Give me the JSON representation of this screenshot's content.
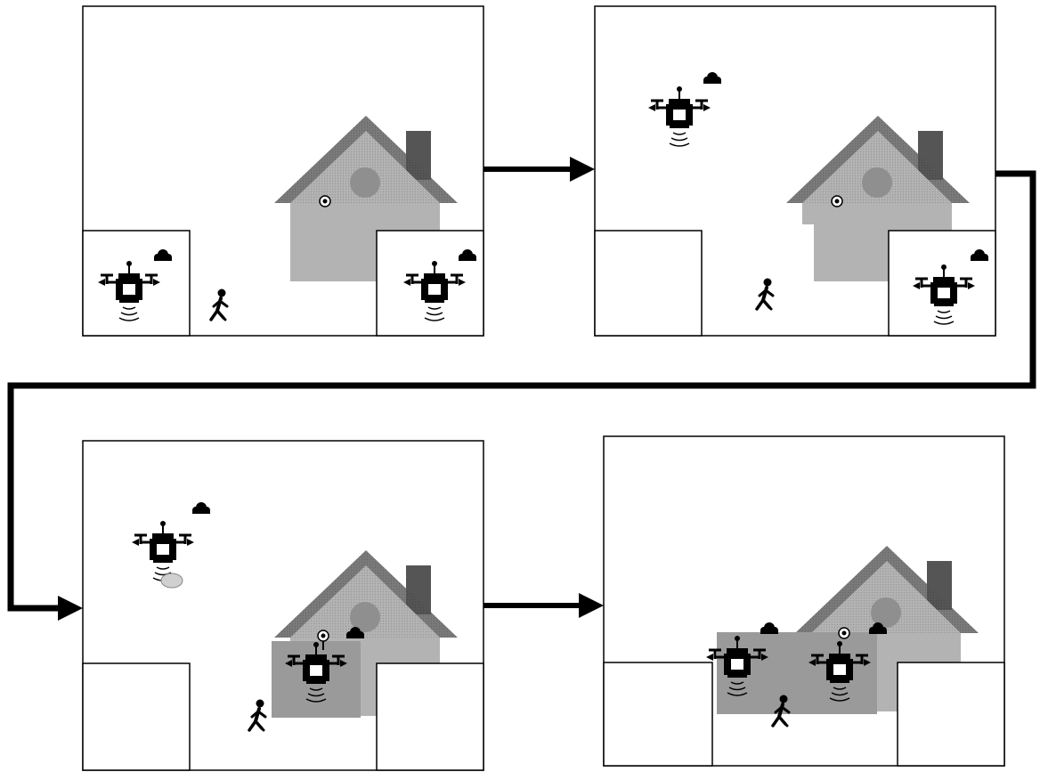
{
  "figure": {
    "panels": [
      {
        "step": 1,
        "drones": [
          "docked-left",
          "docked-right"
        ],
        "person": "approaching-house",
        "door": "open"
      },
      {
        "step": 2,
        "drones": [
          "flying-scanning",
          "docked-right"
        ],
        "person": "at-door",
        "door": "open"
      },
      {
        "step": 3,
        "drones": [
          "flying-scanning",
          "at-doorbell"
        ],
        "person": "at-door",
        "door": "covered"
      },
      {
        "step": 4,
        "drones": [
          "at-door-left",
          "at-doorbell-right"
        ],
        "person": "at-door",
        "door": "covered"
      }
    ],
    "flow": [
      "panel-1",
      "panel-2",
      "panel-3",
      "panel-4"
    ]
  },
  "icons": {
    "drone": "quadcopter-drone-icon",
    "cloud": "cloud-icon",
    "person": "walking-person-icon",
    "house": "house-icon",
    "doorbell": "doorbell-icon"
  },
  "colors": {
    "line": "#000000",
    "roof": "#7a7a7a",
    "wall": "#b3b3b3",
    "chimney": "#555555",
    "window": "#8f8f8f",
    "background": "#ffffff"
  }
}
